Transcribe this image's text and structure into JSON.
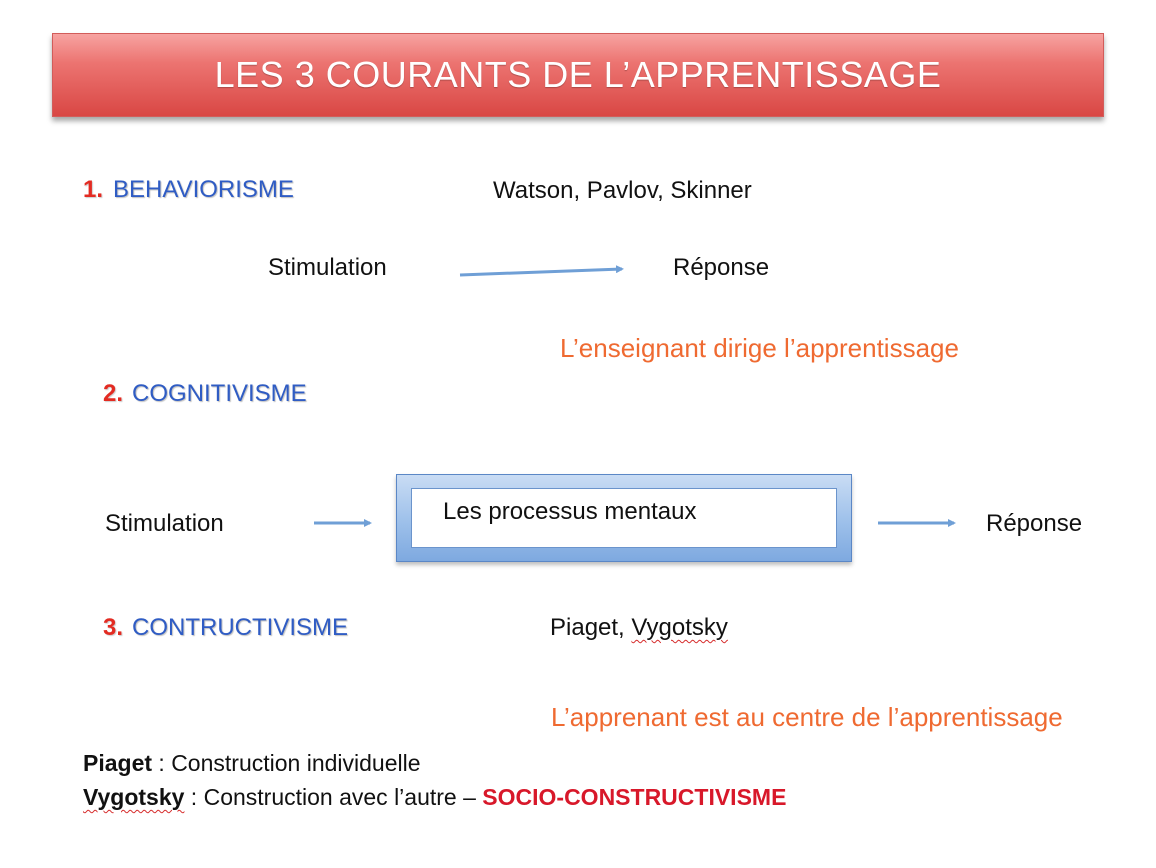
{
  "title": "LES 3 COURANTS DE L’APPRENTISSAGE",
  "sections": [
    {
      "number": "1.",
      "name": "BEHAVIORISME",
      "authors": "Watson, Pavlov, Skinner",
      "stimulus": "Stimulation",
      "response": "Réponse",
      "note": "L’enseignant dirige l’apprentissage"
    },
    {
      "number": "2.",
      "name": "COGNITIVISME",
      "stimulus": "Stimulation",
      "process": "Les processus mentaux",
      "response": "Réponse"
    },
    {
      "number": "3.",
      "name": "CONTRUCTIVISME",
      "authors_prefix": "Piaget, ",
      "authors_underlined": "Vygotsky",
      "note": "L’apprenant est au centre de l’apprentissage"
    }
  ],
  "footer": {
    "line1_name": "Piaget",
    "line1_text": " : Construction individuelle",
    "line2_name": "Vygotsky",
    "line2_text": " : Construction avec l’autre – ",
    "line2_highlight": "SOCIO-CONSTRUCTIVISME"
  },
  "colors": {
    "banner": "#e05a57",
    "heading": "#2f5cc4",
    "number": "#e32b22",
    "note": "#ef6a31",
    "highlight": "#d8182a",
    "arrow": "#6f9fd6"
  }
}
